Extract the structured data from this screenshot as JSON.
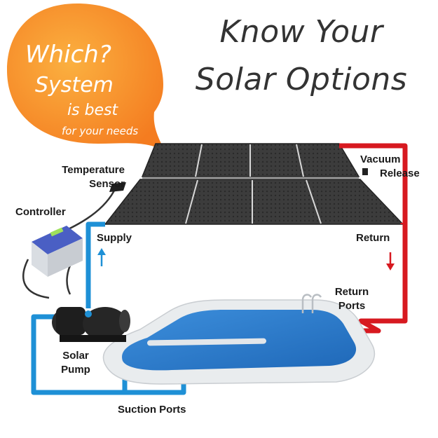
{
  "title": {
    "line1": "Know Your",
    "line2": "Solar Options"
  },
  "badge": {
    "line1": "Which?",
    "line2": "System",
    "line3": "is best",
    "line4": "for your needs",
    "color": "#f7931e"
  },
  "labels": {
    "temperature_sensor_line1": "Temperature",
    "temperature_sensor_line2": "Sensor",
    "controller": "Controller",
    "supply": "Supply",
    "return": "Return",
    "vacuum_release_line1": "Vacuum",
    "vacuum_release_line2": "Release",
    "return_ports_line1": "Return",
    "return_ports_line2": "Ports",
    "solar_pump_line1": "Solar",
    "solar_pump_line2": "Pump",
    "suction_ports": "Suction Ports"
  },
  "colors": {
    "supply_pipe": "#1e90d6",
    "return_pipe": "#d71920",
    "panel": "#3a3a3a",
    "pool_water": "#2b7fd0",
    "pool_deck": "#e9ecee"
  },
  "icons": [
    "speech-bubble",
    "solar-panel",
    "pool",
    "pump",
    "controller",
    "temperature-sensor",
    "arrow-up",
    "arrow-down",
    "pool-ladder"
  ]
}
